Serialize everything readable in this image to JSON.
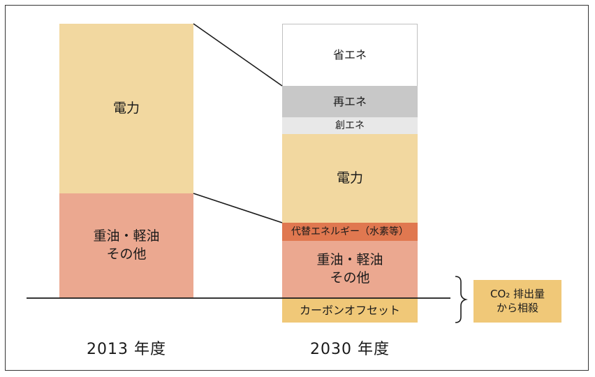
{
  "colors": {
    "electricity": "#f2d8a0",
    "heavy_oil": "#eba890",
    "alternative_fuel": "#e07850",
    "renewable": "#c8c8c8",
    "creative_energy": "#e8e8e8",
    "energy_saving": "#ffffff",
    "carbon_offset": "#f0c878",
    "legend_box": "#f0c878"
  },
  "bar_2013": {
    "year_label": "2013 年度",
    "electricity_label": "電力",
    "oil_label_line1": "重油・軽油",
    "oil_label_line2": "その他"
  },
  "bar_2030": {
    "year_label": "2030 年度",
    "energy_saving_label": "省エネ",
    "renewable_label": "再エネ",
    "creative_label": "創エネ",
    "electricity_label": "電力",
    "alternative_label": "代替エネルギー（水素等）",
    "oil_label_line1": "重油・軽油",
    "oil_label_line2": "その他",
    "offset_label": "カーボンオフセット"
  },
  "legend": {
    "line1": "CO₂ 排出量",
    "line2": "から相殺"
  }
}
